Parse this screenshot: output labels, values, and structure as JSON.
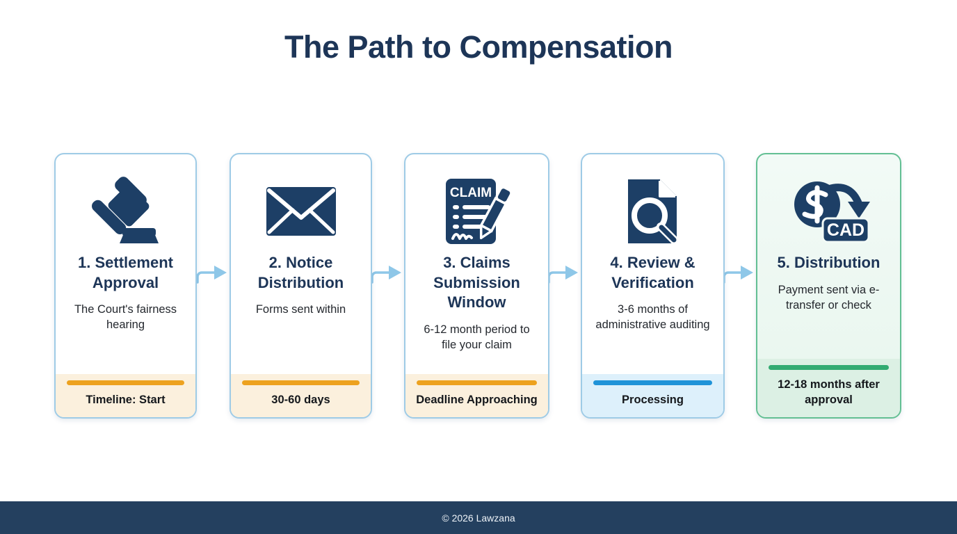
{
  "header": {
    "title": "The Path to Compensation"
  },
  "colors": {
    "title": "#1d3557",
    "card_border_blue": "#9ecbe6",
    "card_border_green": "#63bf93",
    "accent_orange": "#eda21f",
    "accent_blue": "#1f93d8",
    "accent_green": "#33ab72",
    "footer_cream": "#fbf0dd",
    "footer_lightblue": "#ddf0fb",
    "footer_lightgreen": "#dcf0e4",
    "icon_navy": "#1d3f66",
    "bottom_bar": "#24405f",
    "arrow_blue": "#8ec7e8"
  },
  "steps": [
    {
      "icon": "gavel-icon",
      "title": "1. Settlement Approval",
      "description": "The Court's fairness hearing",
      "footer_label": "Timeline: Start",
      "accent": "orange",
      "theme": "blue"
    },
    {
      "icon": "envelope-icon",
      "title": "2. Notice Distribution",
      "description": "Forms sent within",
      "footer_label": "30-60 days",
      "accent": "orange",
      "theme": "blue"
    },
    {
      "icon": "claim-form-icon",
      "title": "3. Claims Submission Window",
      "description": "6-12 month period to file your claim",
      "footer_label": "Deadline Approaching",
      "accent": "orange",
      "theme": "blue"
    },
    {
      "icon": "document-search-icon",
      "title": "4. Review & Verification",
      "description": "3-6 months of administrative auditing",
      "footer_label": "Processing",
      "accent": "blue",
      "theme": "blue"
    },
    {
      "icon": "cad-payment-icon",
      "title": "5. Distribution",
      "description": "Payment sent via e-transfer or check",
      "footer_label": "12-18 months after approval",
      "accent": "green",
      "theme": "green"
    }
  ],
  "footer": {
    "copyright": "© 2026 Lawzana"
  }
}
